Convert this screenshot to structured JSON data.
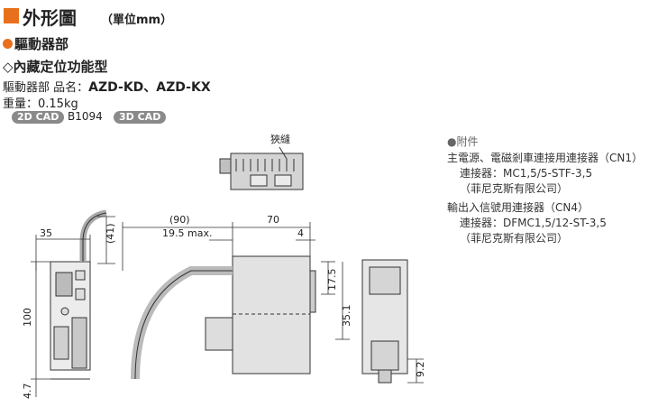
{
  "header": {
    "title": "外形圖",
    "unit": "（單位mm）"
  },
  "section": {
    "name": "驅動器部",
    "subtitle": "◇內藏定位功能型",
    "product_label": "驅動器部 品名：",
    "product_models": "AZD-KD、AZD-KX",
    "weight": "重量：0.15kg",
    "cad_2d": "2D CAD",
    "cad_code": "B1094",
    "cad_3d": "3D CAD"
  },
  "accessories": {
    "heading": "●附件",
    "item1_line1": "主電源、電磁剎車連接用連接器（CN1）",
    "item1_line2": "連接器：MC1,5/5-STF-3,5",
    "item1_line3": "（菲尼克斯有限公司）",
    "item2_line1": "輸出入信號用連接器（CN4）",
    "item2_line2": "連接器：DFMC1,5/12-ST-3,5",
    "item2_line3": "（菲尼克斯有限公司）"
  },
  "drawing": {
    "slit_label": "狹縫",
    "dim_35": "35",
    "dim_41": "(41)",
    "dim_90": "(90)",
    "dim_19_5": "19.5 max.",
    "dim_70": "70",
    "dim_4": "4",
    "dim_100": "100",
    "dim_4_7": "4.7",
    "dim_17_5": "17.5",
    "dim_35_1": "35.1",
    "dim_9_2": "9.2"
  }
}
